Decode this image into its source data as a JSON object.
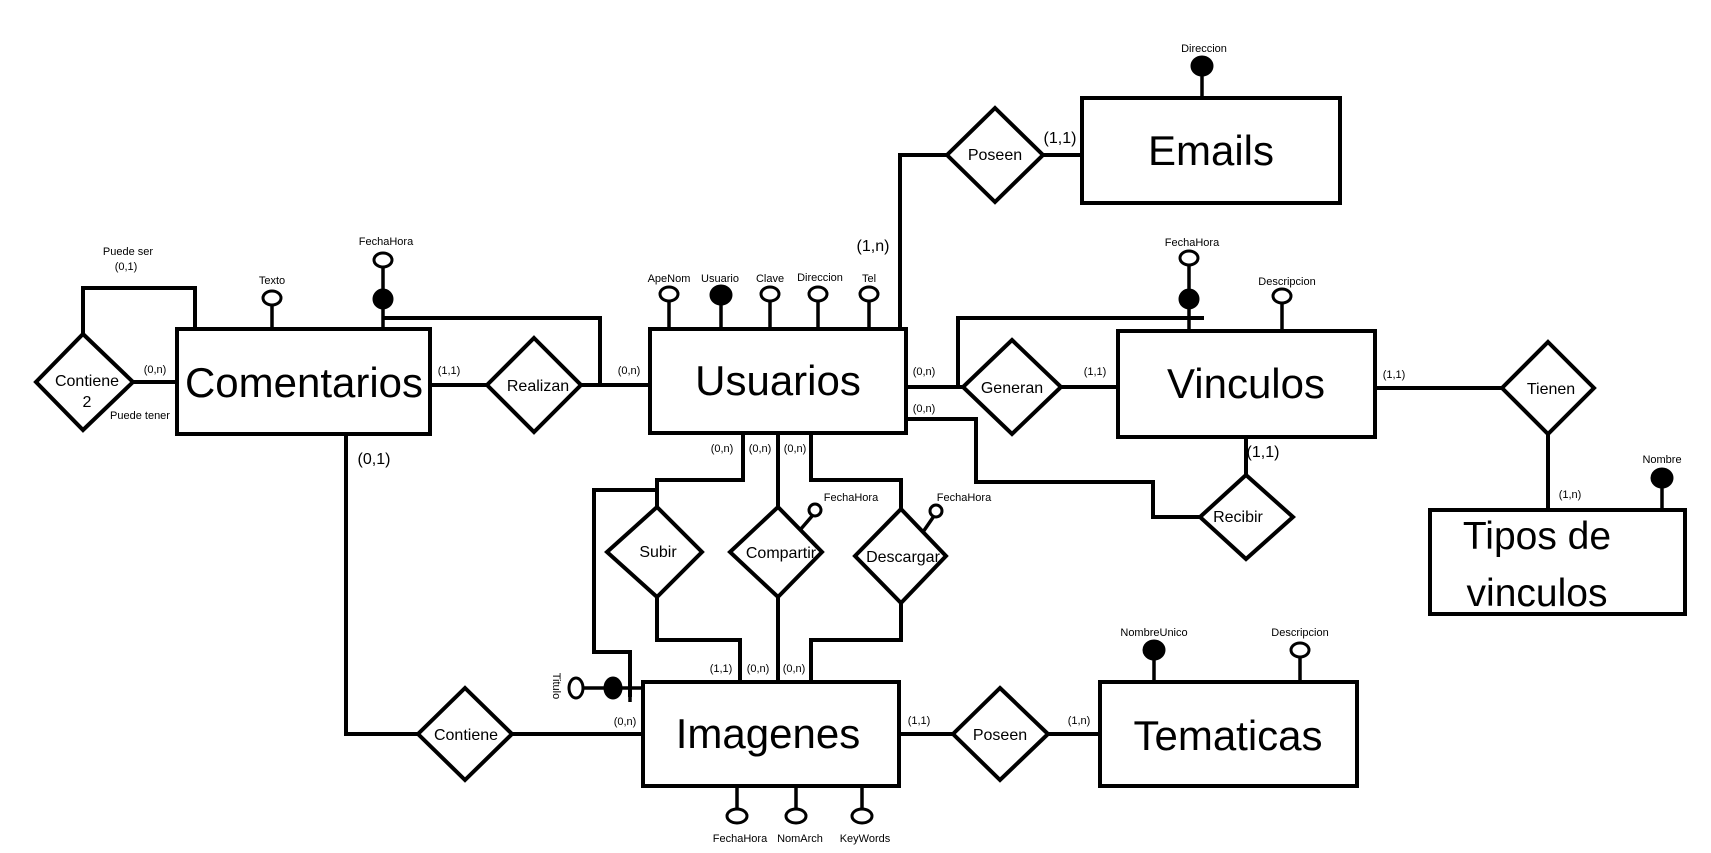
{
  "entities": {
    "comentarios": "Comentarios",
    "usuarios": "Usuarios",
    "vinculos": "Vinculos",
    "emails": "Emails",
    "imagenes": "Imagenes",
    "tematicas": "Tematicas",
    "tipos_line1": "Tipos de",
    "tipos_line2": "vinculos"
  },
  "relationships": {
    "contiene2_line1": "Contiene",
    "contiene2_line2": "2",
    "realizan": "Realizan",
    "poseen_emails": "Poseen",
    "generan": "Generan",
    "tienen": "Tienen",
    "recibir": "Recibir",
    "subir": "Subir",
    "compartir": "Compartir",
    "descargar": "Descargar",
    "contiene": "Contiene",
    "poseen_tematicas": "Poseen"
  },
  "attributes": {
    "comentarios_texto": "Texto",
    "comentarios_fechahora": "FechaHora",
    "usuarios_apenom": "ApeNom",
    "usuarios_usuario": "Usuario",
    "usuarios_clave": "Clave",
    "usuarios_direccion": "Direccion",
    "usuarios_tel": "Tel",
    "emails_direccion": "Direccion",
    "vinculos_fechahora": "FechaHora",
    "vinculos_descripcion": "Descripcion",
    "tipos_nombre": "Nombre",
    "compartir_fechahora": "FechaHora",
    "descargar_fechahora": "FechaHora",
    "imagenes_titulo": "Titulo",
    "imagenes_fechahora": "FechaHora",
    "imagenes_nomarch": "NomArch",
    "imagenes_keywords": "KeyWords",
    "tematicas_nombreunico": "NombreUnico",
    "tematicas_descripcion": "Descripcion"
  },
  "cardinalities": {
    "puede_ser": "Puede ser",
    "puede_ser_card": "(0,1)",
    "puede_tener": "Puede tener",
    "contiene2_comentarios": "(0,n)",
    "comentarios_realizan": "(1,1)",
    "usuarios_realizan": "(0,n)",
    "comentarios_contiene": "(0,1)",
    "usuarios_emails": "(1,n)",
    "emails_poseen": "(1,1)",
    "usuarios_generan": "(0,n)",
    "usuarios_recibir": "(0,n)",
    "vinculos_generan": "(1,1)",
    "vinculos_recibir": "(1,1)",
    "vinculos_tienen": "(1,1)",
    "tipos_tienen": "(1,n)",
    "usuarios_subir": "(0,n)",
    "usuarios_compartir": "(0,n)",
    "usuarios_descargar": "(0,n)",
    "imagenes_subir": "(1,1)",
    "imagenes_compartir": "(0,n)",
    "imagenes_descargar": "(0,n)",
    "imagenes_contiene": "(0,n)",
    "imagenes_poseen": "(1,1)",
    "tematicas_poseen": "(1,n)"
  }
}
